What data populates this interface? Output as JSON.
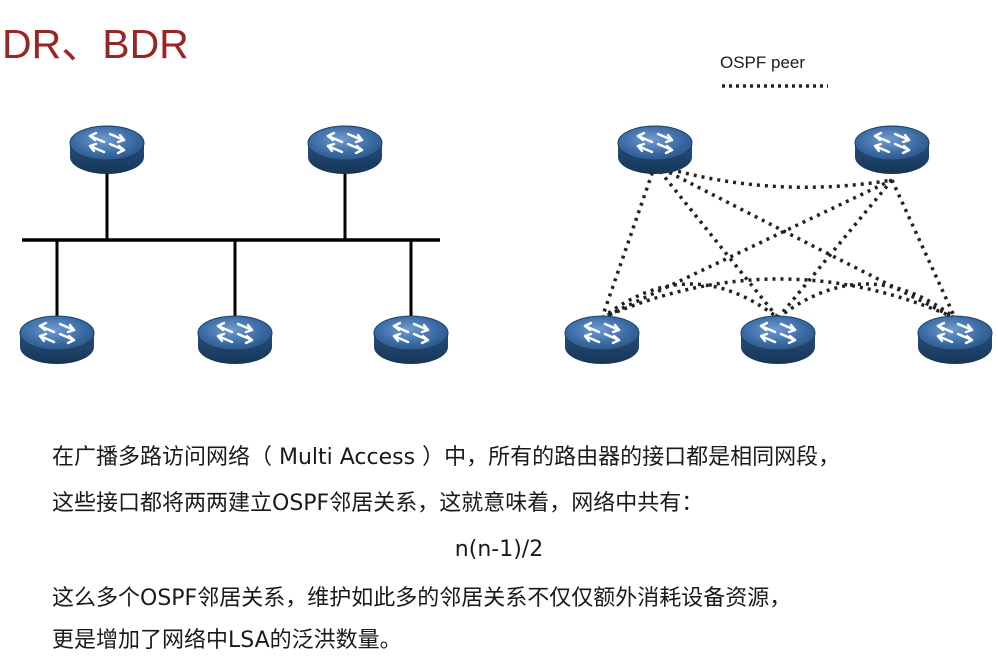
{
  "title": "DR、BDR",
  "legend": {
    "label": "OSPF peer"
  },
  "text": {
    "line1": "在广播多路访问网络（ Multi Access ）中，所有的路由器的接口都是相同网段，",
    "line2": "这些接口都将两两建立OSPF邻居关系，这就意味着，网络中共有：",
    "formula": "n(n-1)/2",
    "line3": "这么多个OSPF邻居关系，维护如此多的邻居关系不仅仅额外消耗设备资源，",
    "line4": "更是增加了网络中LSA的泛洪数量。"
  },
  "colors": {
    "title": "#9b2424",
    "router_top": "#2f5c8f",
    "router_side": "#1c3f66",
    "peer_line": "#222222"
  },
  "icons": {
    "router": "router-icon"
  }
}
